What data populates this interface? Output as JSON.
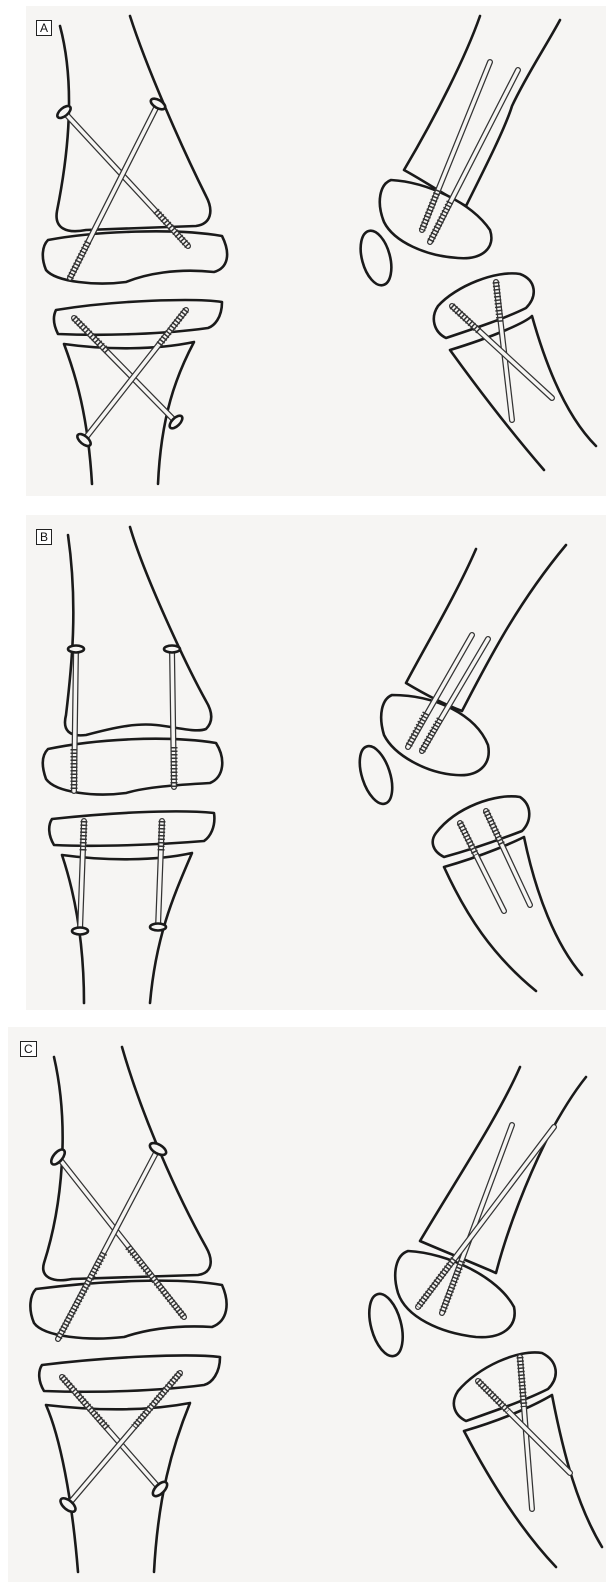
{
  "panels": [
    {
      "label": "A",
      "fixation": "crossed"
    },
    {
      "label": "B",
      "fixation": "parallel"
    },
    {
      "label": "C",
      "fixation": "crossed"
    }
  ]
}
